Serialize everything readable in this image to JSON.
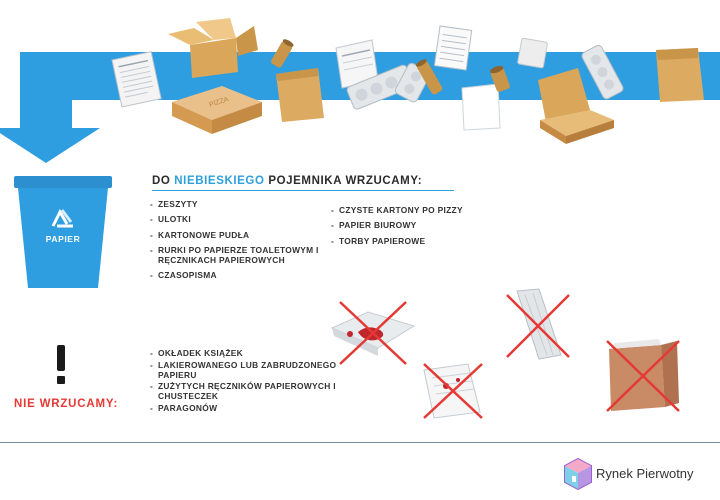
{
  "bin": {
    "label": "PAPIER"
  },
  "heading": {
    "prefix": "DO ",
    "highlight": "NIEBIESKIEGO",
    "suffix": " POJEMNIKA WRZUCAMY:"
  },
  "allowed_left": [
    "ZESZYTY",
    "ULOTKI",
    "KARTONOWE PUDŁA",
    "RURKI PO PAPIERZE TOALETOWYM I RĘCZNIKACH PAPIEROWYCH",
    "CZASOPISMA"
  ],
  "allowed_right": [
    "CZYSTE KARTONY PO PIZZY",
    "PAPIER BIUROWY",
    "TORBY PAPIEROWE"
  ],
  "not_allowed_title": "NIE WRZUCAMY:",
  "not_allowed": [
    "OKŁADEK KSIĄŻEK",
    "LAKIEROWANEGO LUB ZABRUDZONEGO PAPIERU",
    "ZUŻYTYCH RĘCZNIKÓW PAPIEROWYCH I CHUSTECZEK",
    "PARAGONÓW"
  ],
  "pizza_box_text": "PIZZA",
  "logo": {
    "text": "Rynek Pierwotny"
  },
  "colors": {
    "accent": "#2d9fd9",
    "arrow": "#2f9ee0",
    "warning": "#e53935",
    "cardboard": "#d9a65a"
  }
}
